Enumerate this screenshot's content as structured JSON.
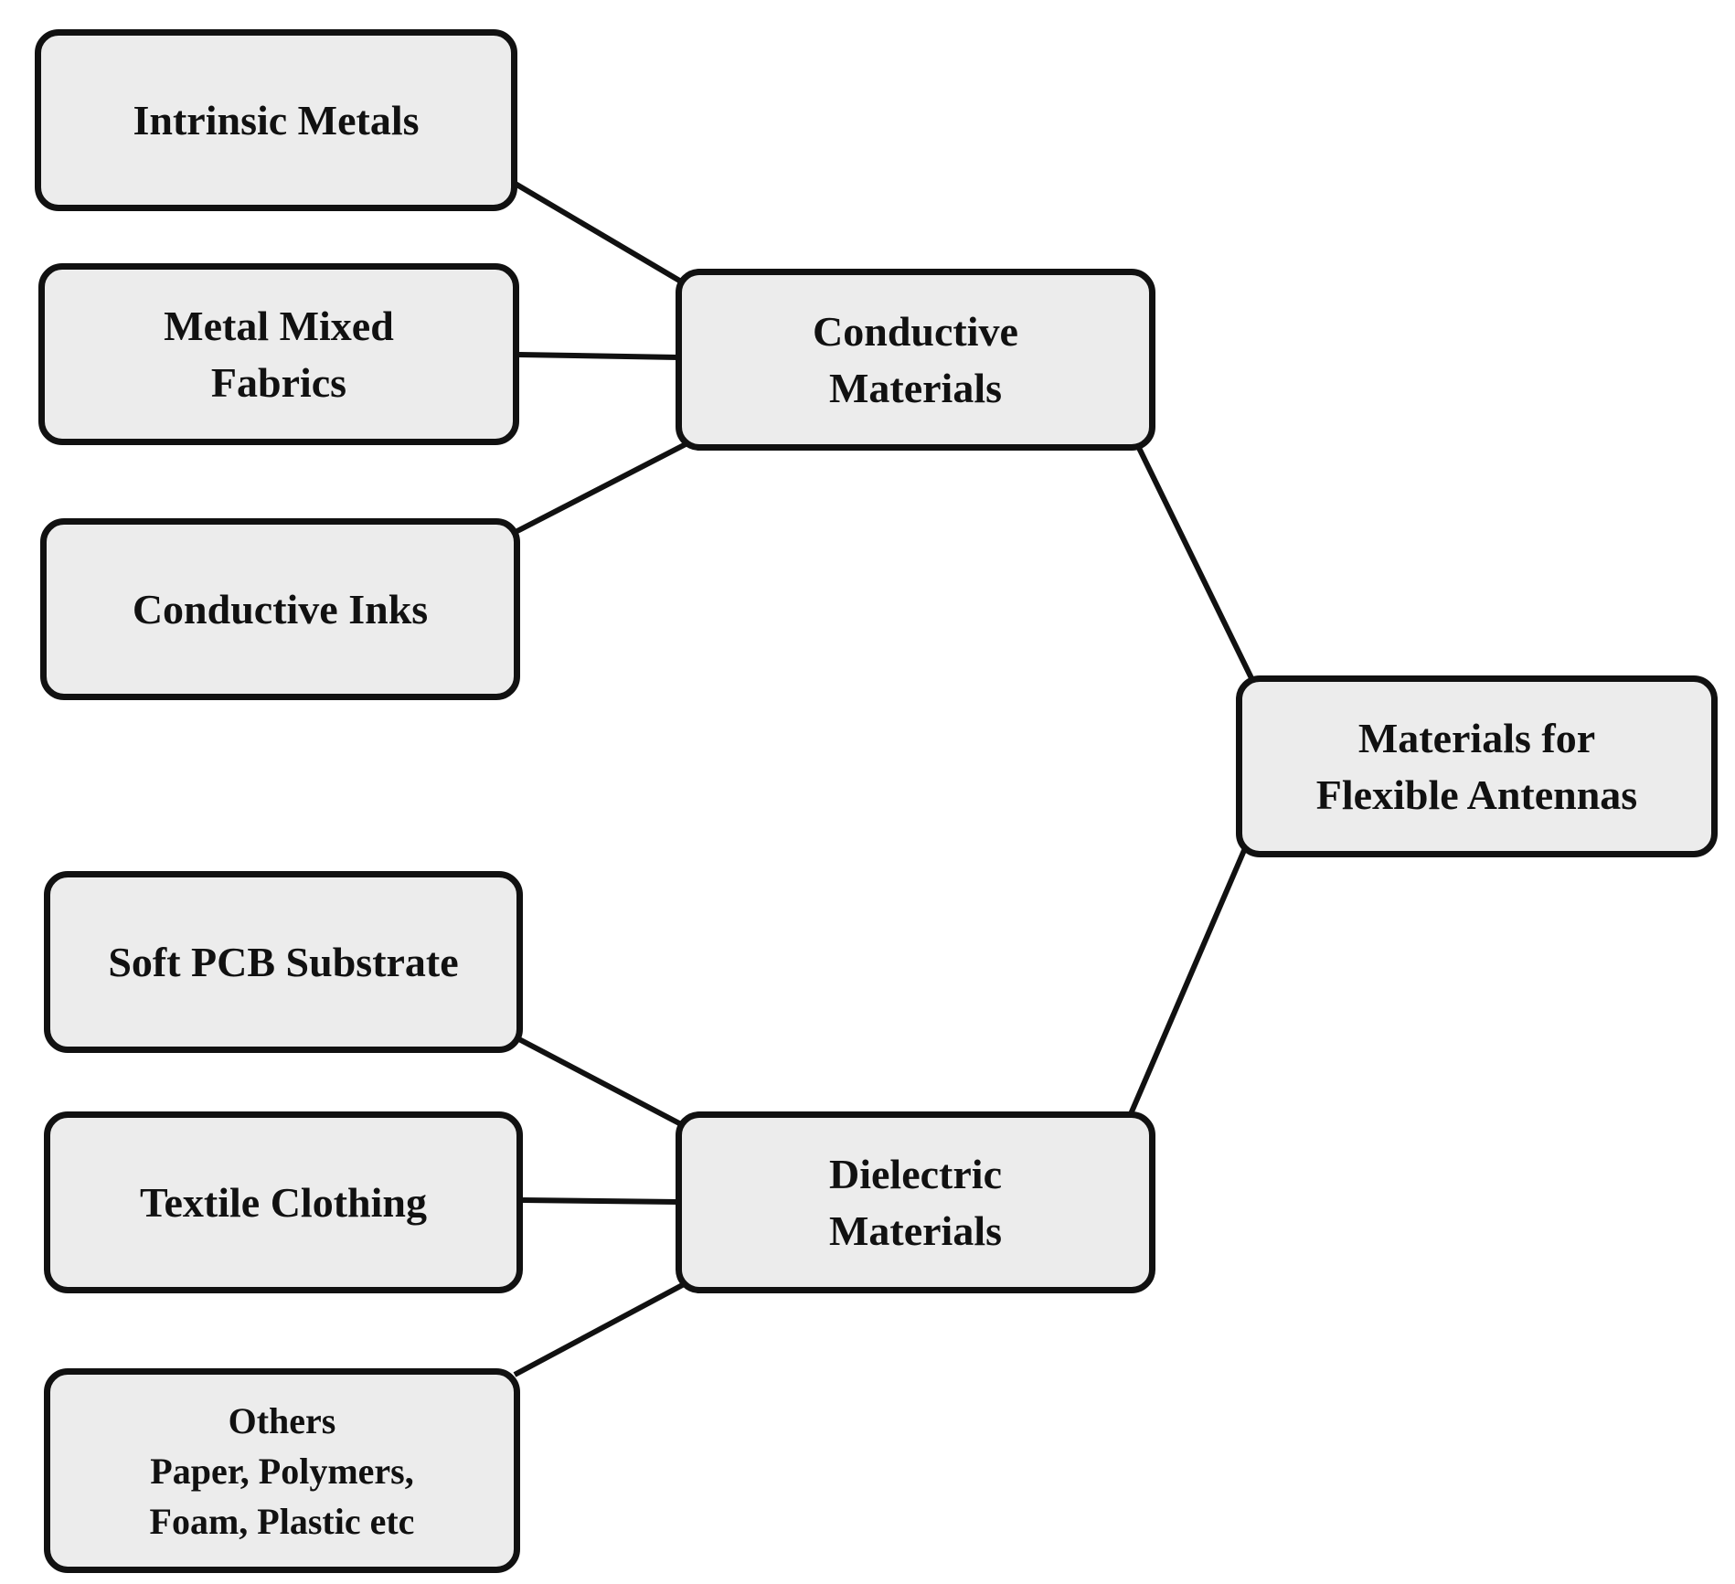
{
  "diagram": {
    "root": {
      "lines": [
        "Materials for",
        "Flexible Antennas"
      ]
    },
    "conductive": {
      "lines": [
        "Conductive",
        "Materials"
      ],
      "children": {
        "intrinsic": {
          "lines": [
            "Intrinsic Metals"
          ]
        },
        "metal_mixed": {
          "lines": [
            "Metal Mixed",
            "Fabrics"
          ]
        },
        "inks": {
          "lines": [
            "Conductive Inks"
          ]
        }
      }
    },
    "dielectric": {
      "lines": [
        "Dielectric",
        "Materials"
      ],
      "children": {
        "soft_pcb": {
          "lines": [
            "Soft PCB Substrate"
          ]
        },
        "textile": {
          "lines": [
            "Textile Clothing"
          ]
        },
        "others": {
          "lines": [
            "Others",
            "Paper, Polymers,",
            "Foam, Plastic etc"
          ]
        }
      }
    },
    "colors": {
      "box_fill": "#ececec",
      "box_border": "#111111",
      "connector": "#111111",
      "text": "#111111",
      "background": "#ffffff"
    }
  }
}
